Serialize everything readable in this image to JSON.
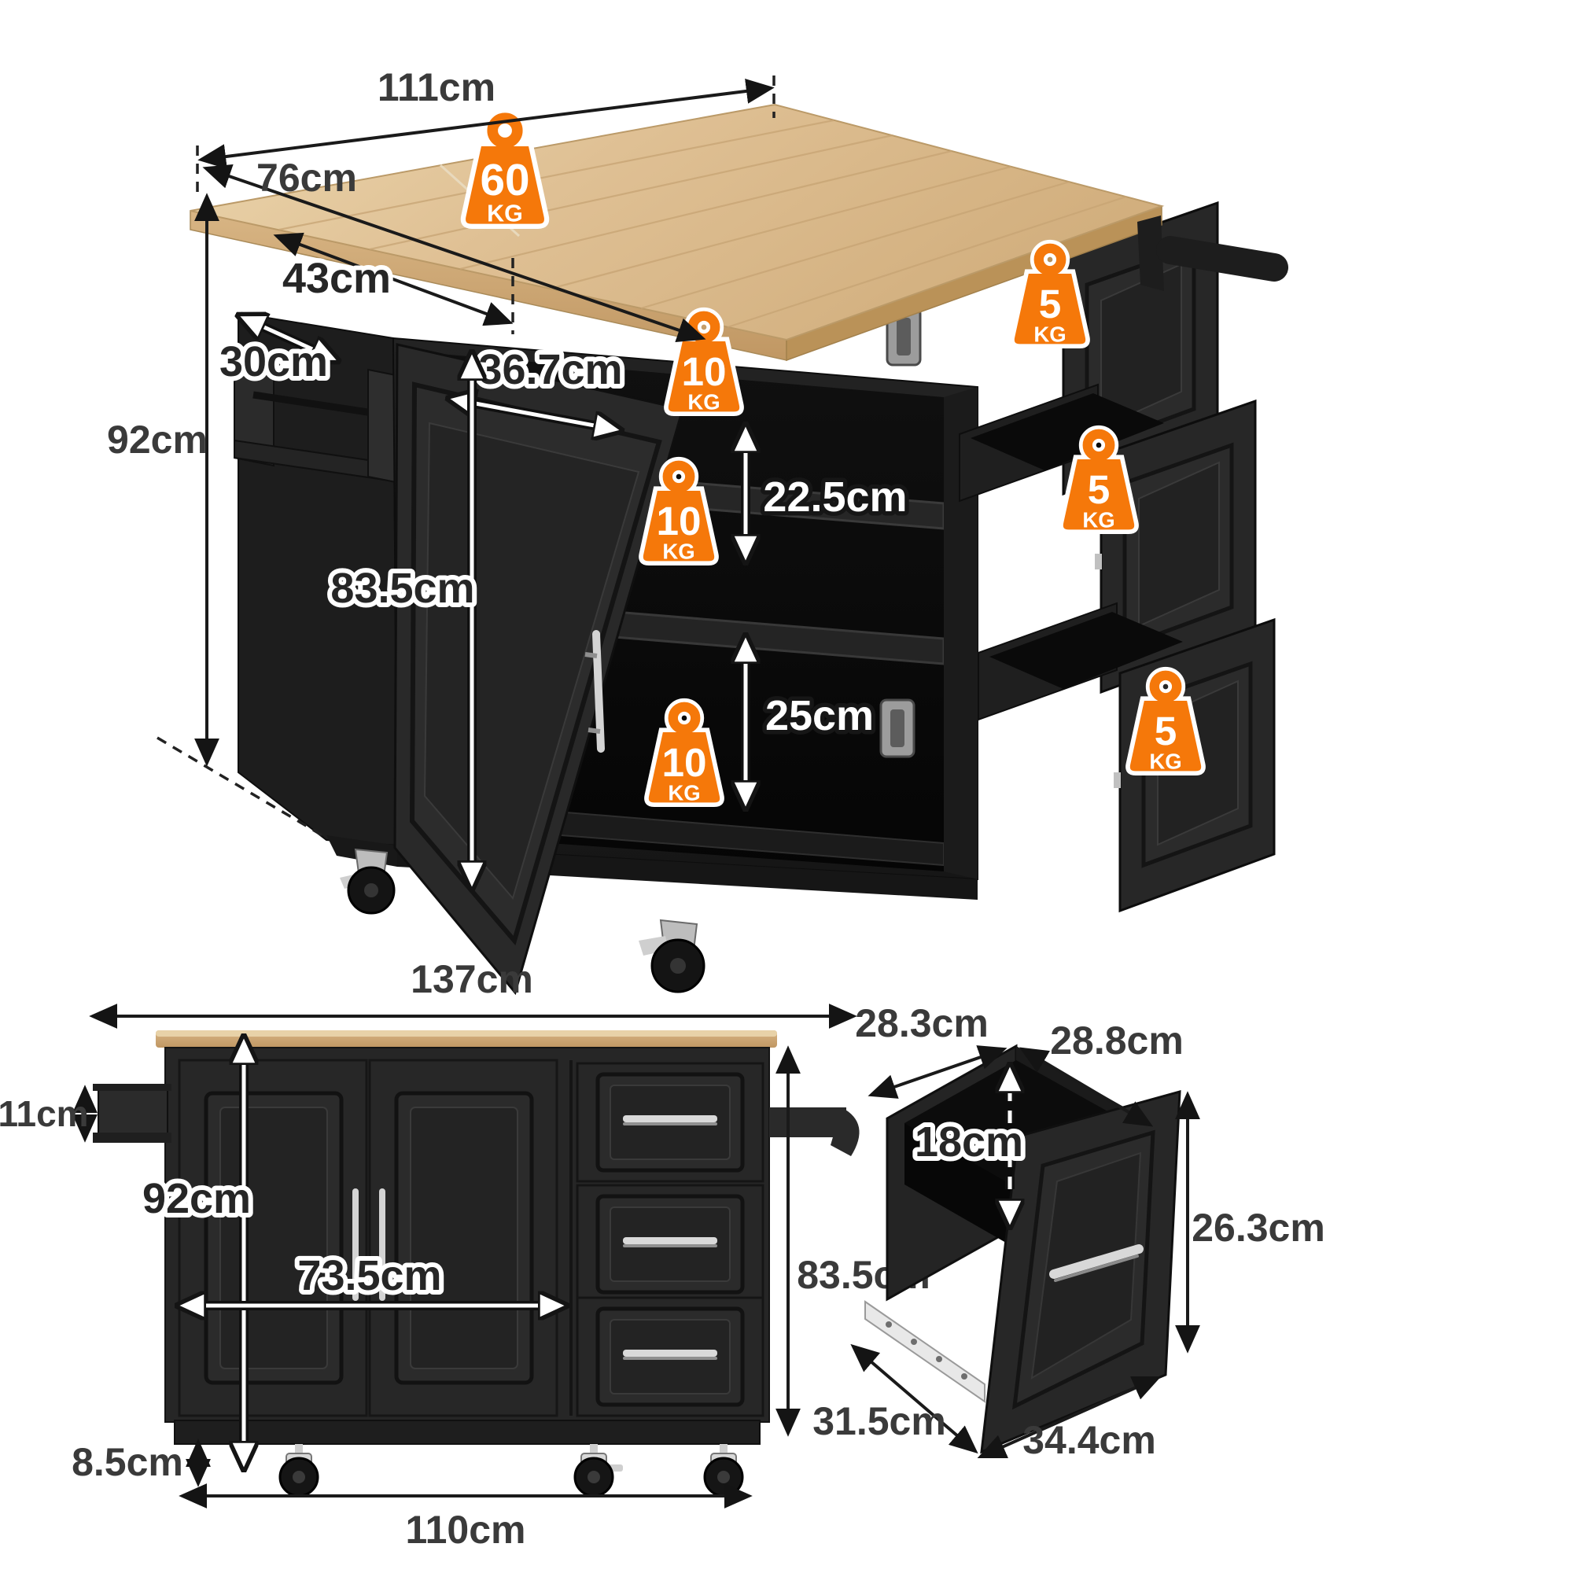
{
  "accent": "#F5780A",
  "iso": {
    "dims": {
      "top_length": "111cm",
      "top_depth": "76cm",
      "leaf_depth": "43cm",
      "towel_rack_width": "30cm",
      "total_height": "92cm",
      "door_width": "36.7cm",
      "cabinet_height": "83.5cm",
      "upper_shelf_clearance": "22.5cm",
      "lower_shelf_clearance": "25cm"
    },
    "capacities": {
      "countertop": {
        "value": "60",
        "unit": "KG"
      },
      "upper_shelf": {
        "value": "10",
        "unit": "KG"
      },
      "middle_shelf": {
        "value": "10",
        "unit": "KG"
      },
      "bottom_shelf": {
        "value": "10",
        "unit": "KG"
      },
      "top_drawer": {
        "value": "5",
        "unit": "KG"
      },
      "middle_drawer": {
        "value": "5",
        "unit": "KG"
      },
      "bottom_drawer": {
        "value": "5",
        "unit": "KG"
      }
    }
  },
  "front": {
    "dims": {
      "total_width": "137cm",
      "rack_height": "11cm",
      "total_height": "92cm",
      "door_section_width": "73.5cm",
      "cabinet_height": "83.5cm",
      "caster_height": "8.5cm",
      "base_width": "110cm"
    }
  },
  "drawer": {
    "dims": {
      "inner_width": "28.3cm",
      "inner_depth": "28.8cm",
      "inner_height": "18cm",
      "front_height": "26.3cm",
      "slide_length": "31.5cm",
      "front_width": "34.4cm"
    }
  }
}
